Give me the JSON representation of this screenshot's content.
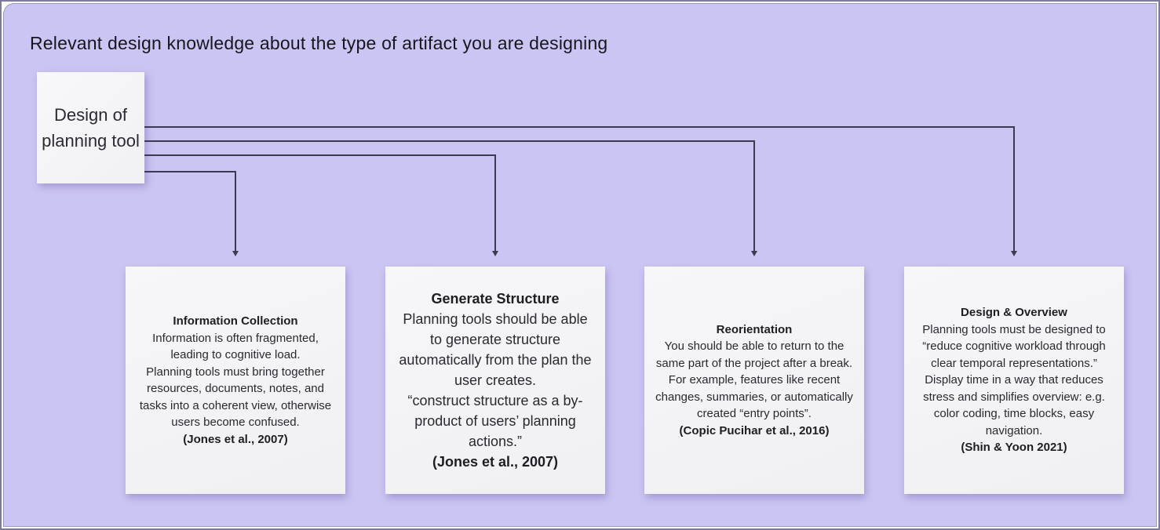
{
  "page": {
    "title": "Relevant design knowledge about the type of artifact you are designing"
  },
  "root_node": {
    "label": "Design of planning tool"
  },
  "cards": [
    {
      "title": "Information Collection",
      "p1": "Information is often fragmented, leading to cognitive load.",
      "p2": "Planning tools must bring together resources, documents, notes, and tasks into a coherent view, otherwise users become confused.",
      "cite": "(Jones et al., 2007)"
    },
    {
      "title": "Generate Structure",
      "p1": "Planning tools should be able to generate structure automatically from the plan the user creates.",
      "p2": "“construct structure as a by-product of users’ planning actions.”",
      "cite": "(Jones et al., 2007)"
    },
    {
      "title": "Reorientation",
      "p1": "You should be able to return to the same part of the project after a break. For example, features like recent changes, summaries, or automatically created “entry points”.",
      "p2": "",
      "cite": "(Copic Pucihar et al., 2016)"
    },
    {
      "title": "Design & Overview",
      "p1": "Planning tools must be designed to “reduce cognitive workload through clear temporal representations.”",
      "p2": "Display time in a way that reduces stress and simplifies overview: e.g. color coding, time blocks, easy navigation.",
      "cite": "(Shin & Yoon 2021)"
    }
  ],
  "colors": {
    "board_background": "#cbc5f3",
    "board_border": "#7e7a9e",
    "card_background": "#f4f4f6",
    "connector": "#3d3a50",
    "text": "#2a2831"
  }
}
